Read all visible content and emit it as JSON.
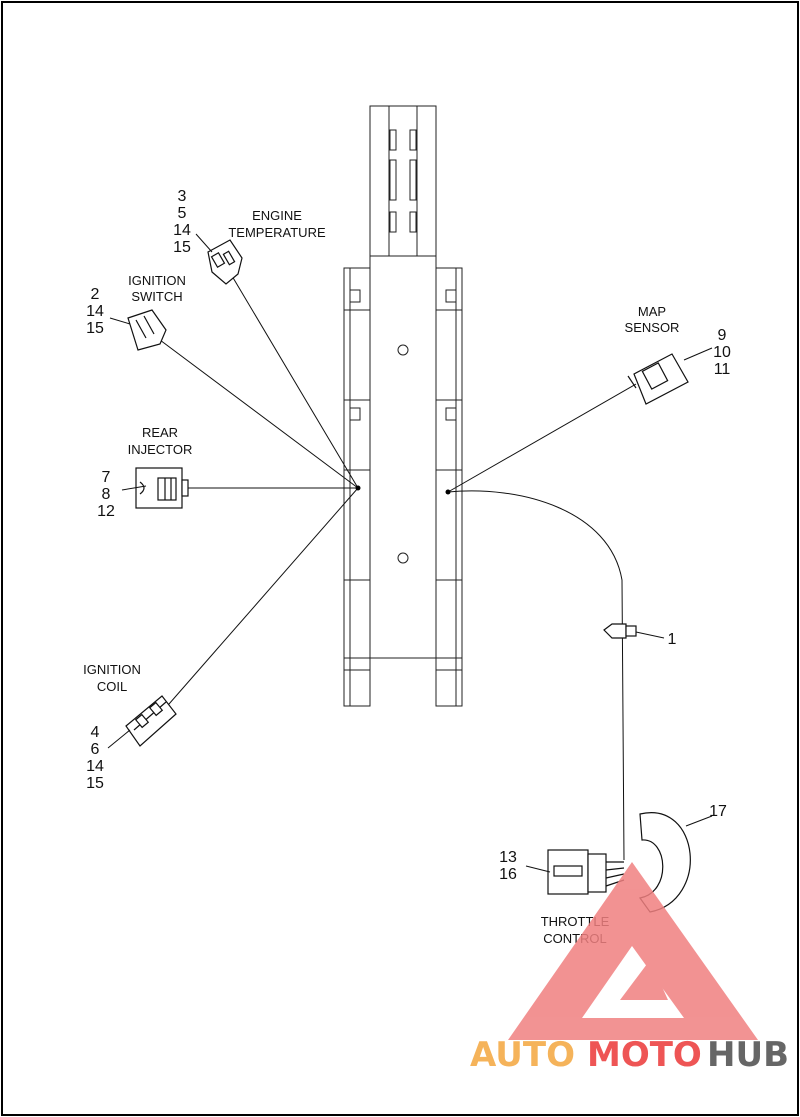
{
  "labels": {
    "engine_temperature": [
      "ENGINE",
      "TEMPERATURE"
    ],
    "ignition_switch": [
      "IGNITION",
      "SWITCH"
    ],
    "map_sensor": [
      "MAP",
      "SENSOR"
    ],
    "rear_injector": [
      "REAR",
      "INJECTOR"
    ],
    "ignition_coil": [
      "IGNITION",
      "COIL"
    ],
    "throttle_control": [
      "THROTTLE",
      "CONTROL"
    ]
  },
  "callouts": {
    "engine_temperature": [
      "3",
      "5",
      "14",
      "15"
    ],
    "ignition_switch": [
      "2",
      "14",
      "15"
    ],
    "map_sensor": [
      "9",
      "10",
      "11"
    ],
    "rear_injector": [
      "7",
      "8",
      "12"
    ],
    "ignition_coil": [
      "4",
      "6",
      "14",
      "15"
    ],
    "clip": "1",
    "sleeve": "17",
    "throttle_control": [
      "13",
      "16"
    ]
  },
  "watermark": {
    "part1": "AUTO",
    "part2": "MOTO",
    "part3": "HUB",
    "color_light": "#f5b35a",
    "color_red": "#ee5555",
    "color_gray": "#666666",
    "triangle_color": "#f08080"
  }
}
